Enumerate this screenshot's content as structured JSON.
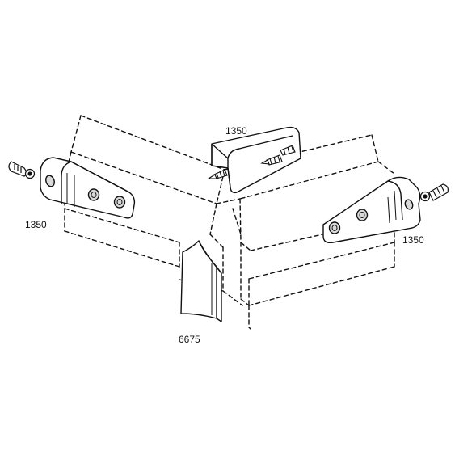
{
  "diagram": {
    "part_numbers": {
      "top_bracket": "1350",
      "left_bracket": "1350",
      "right_bracket": "1350",
      "filler_piece": "6675"
    },
    "colors": {
      "line": "#111111",
      "fill": "#ffffff",
      "hole_fill": "#d9d9d9"
    }
  }
}
